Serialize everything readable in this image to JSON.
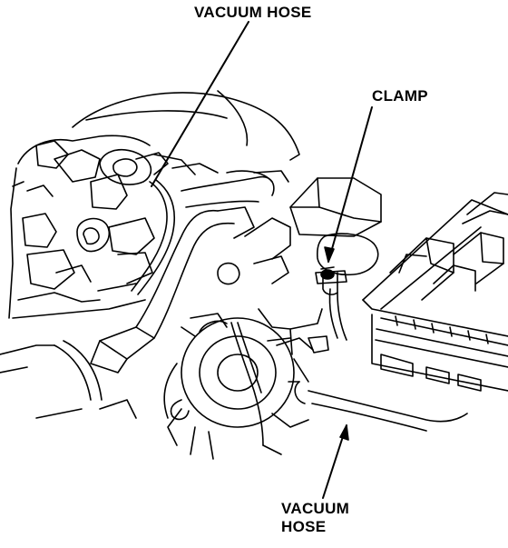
{
  "labels": {
    "vacuum_hose_top": "VACUUM HOSE",
    "clamp": "CLAMP",
    "vacuum_hose_bottom_line1": "VACUUM",
    "vacuum_hose_bottom_line2": "HOSE"
  },
  "colors": {
    "ink": "#000000",
    "background": "#ffffff"
  }
}
